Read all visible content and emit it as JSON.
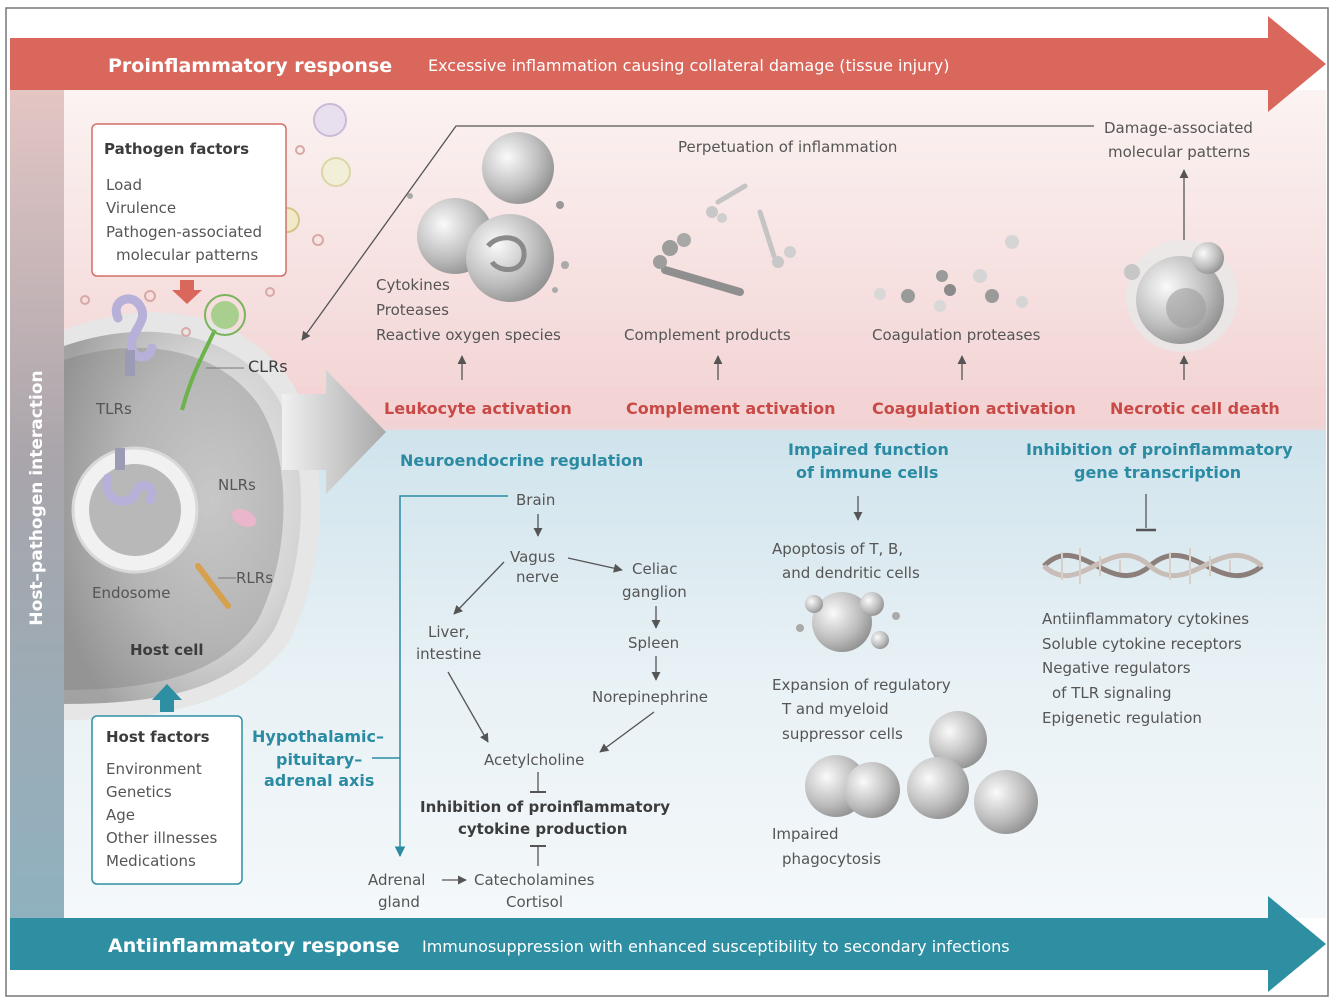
{
  "banner_top": {
    "title": "Proinflammatory response",
    "subtitle": "Excessive inflammation causing collateral damage (tissue injury)"
  },
  "banner_bottom": {
    "title": "Antiinflammatory response",
    "subtitle": "Immunosuppression with enhanced susceptibility to secondary infections"
  },
  "side_label": "Host–pathogen interaction",
  "pathogen_factors": {
    "title": "Pathogen factors",
    "items": [
      "Load",
      "Virulence",
      "Pathogen-associated",
      "molecular patterns"
    ]
  },
  "host_factors": {
    "title": "Host factors",
    "items": [
      "Environment",
      "Genetics",
      "Age",
      "Other illnesses",
      "Medications"
    ]
  },
  "host_cell": {
    "label": "Host cell",
    "tlrs": "TLRs",
    "clrs": "CLRs",
    "nlrs": "NLRs",
    "rlrs": "RLRs",
    "endosome": "Endosome"
  },
  "pro": {
    "perpetuation": "Perpetuation of inflammation",
    "damp_line1": "Damage-associated",
    "damp_line2": "molecular patterns",
    "leuko_products": [
      "Cytokines",
      "Proteases",
      "Reactive oxygen species"
    ],
    "complement_products": "Complement products",
    "coagulation_proteases": "Coagulation proteases",
    "activations": [
      "Leukocyte activation",
      "Complement activation",
      "Coagulation activation",
      "Necrotic cell death"
    ]
  },
  "anti": {
    "neuroendocrine_title": "Neuroendocrine regulation",
    "impaired_title_1": "Impaired function",
    "impaired_title_2": "of immune cells",
    "inhibition_title_1": "Inhibition of proinflammatory",
    "inhibition_title_2": "gene transcription",
    "hpa_1": "Hypothalamic–",
    "hpa_2": "pituitary–",
    "hpa_3": "adrenal axis",
    "brain": "Brain",
    "vagus_1": "Vagus",
    "vagus_2": "nerve",
    "celiac_1": "Celiac",
    "celiac_2": "ganglion",
    "spleen": "Spleen",
    "norepinephrine": "Norepinephrine",
    "liver_1": "Liver,",
    "liver_2": "intestine",
    "acetylcholine": "Acetylcholine",
    "inhib_cyto_1": "Inhibition of proinflammatory",
    "inhib_cyto_2": "cytokine production",
    "adrenal_1": "Adrenal",
    "adrenal_2": "gland",
    "catecholamines": "Catecholamines",
    "cortisol": "Cortisol",
    "apoptosis_1": "Apoptosis of T, B,",
    "apoptosis_2": "and dendritic cells",
    "expansion_1": "Expansion of regulatory",
    "expansion_2": "T and myeloid",
    "expansion_3": "suppressor cells",
    "impaired_phago_1": "Impaired",
    "impaired_phago_2": "phagocytosis",
    "gene_items": [
      "Antiinflammatory cytokines",
      "Soluble cytokine receptors",
      "Negative regulators",
      "of TLR signaling",
      "Epigenetic regulation"
    ]
  },
  "colors": {
    "pro_banner": "#d9675c",
    "anti_banner": "#2e8fa3",
    "pro_zone": "#f4dcdb",
    "anti_zone": "#d7e8ef",
    "red_text": "#c84a46",
    "blue_text": "#2a8ba3"
  }
}
